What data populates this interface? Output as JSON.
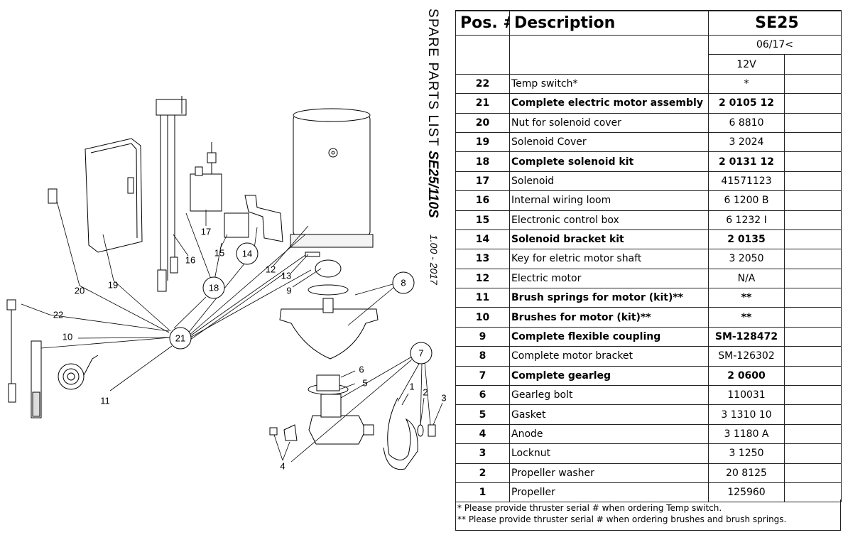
{
  "title": {
    "main": "SPARE PARTS LIST",
    "model": "SE25/110S",
    "version": "1.00 - 2017"
  },
  "table": {
    "headers": {
      "pos": "Pos. #",
      "description": "Description",
      "model": "SE25"
    },
    "date_code": "06/17<",
    "voltage": "12V",
    "rows": [
      {
        "pos": "22",
        "description": "Temp switch*",
        "value": "*",
        "bold": false
      },
      {
        "pos": "21",
        "description": "Complete electric motor assembly",
        "value": "2 0105 12",
        "bold": true
      },
      {
        "pos": "20",
        "description": "Nut for solenoid cover",
        "value": "6 8810",
        "bold": false
      },
      {
        "pos": "19",
        "description": "Solenoid Cover",
        "value": "3 2024",
        "bold": false
      },
      {
        "pos": "18",
        "description": "Complete solenoid kit",
        "value": "2 0131 12",
        "bold": true
      },
      {
        "pos": "17",
        "description": "Solenoid",
        "value": "41571123",
        "bold": false
      },
      {
        "pos": "16",
        "description": "Internal wiring loom",
        "value": "6 1200 B",
        "bold": false
      },
      {
        "pos": "15",
        "description": "Electronic control box",
        "value": "6 1232 I",
        "bold": false
      },
      {
        "pos": "14",
        "description": "Solenoid bracket kit",
        "value": "2 0135",
        "bold": true
      },
      {
        "pos": "13",
        "description": "Key for eletric motor shaft",
        "value": "3 2050",
        "bold": false
      },
      {
        "pos": "12",
        "description": "Electric motor",
        "value": "N/A",
        "bold": false
      },
      {
        "pos": "11",
        "description": "Brush springs for motor (kit)**",
        "value": "**",
        "bold": true
      },
      {
        "pos": "10",
        "description": "Brushes for motor (kit)**",
        "value": "**",
        "bold": true
      },
      {
        "pos": "9",
        "description": "Complete flexible coupling",
        "value": "SM-128472",
        "bold": true
      },
      {
        "pos": "8",
        "description": "Complete motor bracket",
        "value": "SM-126302",
        "bold": false
      },
      {
        "pos": "7",
        "description": "Complete gearleg",
        "value": "2 0600",
        "bold": true
      },
      {
        "pos": "6",
        "description": "Gearleg bolt",
        "value": "110031",
        "bold": false
      },
      {
        "pos": "5",
        "description": "Gasket",
        "value": "3 1310 10",
        "bold": false
      },
      {
        "pos": "4",
        "description": "Anode",
        "value": "3 1180 A",
        "bold": false
      },
      {
        "pos": "3",
        "description": "Locknut",
        "value": "3 1250",
        "bold": false
      },
      {
        "pos": "2",
        "description": "Propeller washer",
        "value": "20 8125",
        "bold": false
      },
      {
        "pos": "1",
        "description": "Propeller",
        "value": "125960",
        "bold": false
      }
    ]
  },
  "footnotes": [
    "* Please provide thruster serial # when ordering Temp switch.",
    "** Please provide thruster serial # when ordering brushes and brush springs."
  ],
  "diagram": {
    "plain_labels": [
      "20",
      "19",
      "16",
      "17",
      "15",
      "12",
      "13",
      "9",
      "22",
      "10",
      "11",
      "6",
      "5",
      "1",
      "2",
      "3",
      "4"
    ],
    "circled_labels": [
      "14",
      "18",
      "8",
      "21",
      "7"
    ]
  }
}
